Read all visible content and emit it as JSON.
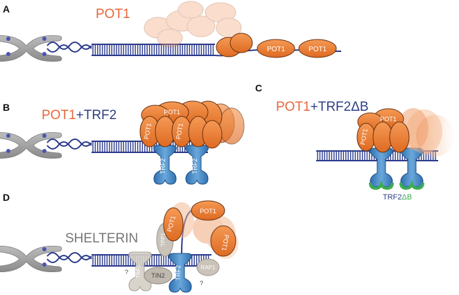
{
  "panels": {
    "a": {
      "letter": "A",
      "title": "POT1"
    },
    "b": {
      "letter": "B",
      "title_pot1": "POT1",
      "title_plus": "+",
      "title_trf2": "TRF2"
    },
    "c": {
      "letter": "C",
      "title_pot1": "POT1",
      "title_plus": "+",
      "title_trf2": "TRF2ΔB",
      "trf2_label": "TRF2",
      "delta_b_label": "ΔB"
    },
    "d": {
      "letter": "D",
      "title": "SHELTERIN"
    }
  },
  "protein_labels": {
    "pot1": "POT1",
    "trf2": "TRF2",
    "trf1": "TRF1",
    "tpp1": "TPP1",
    "tin2": "TIN2",
    "rap1": "RAP1",
    "unknown": "?"
  },
  "colors": {
    "pot1_fill": "#ee7d3a",
    "pot1_stroke": "#6a3212",
    "pot1_text": "#e8663a",
    "trf2_fill": "#3f86c6",
    "trf2_text": "#2e3e86",
    "dna": "#2b3a8c",
    "chromosome": "#9a9a9a",
    "delta_b": "#3cad4f",
    "shelterin_gray": "#c2bcb2",
    "label_gray": "#767676"
  }
}
